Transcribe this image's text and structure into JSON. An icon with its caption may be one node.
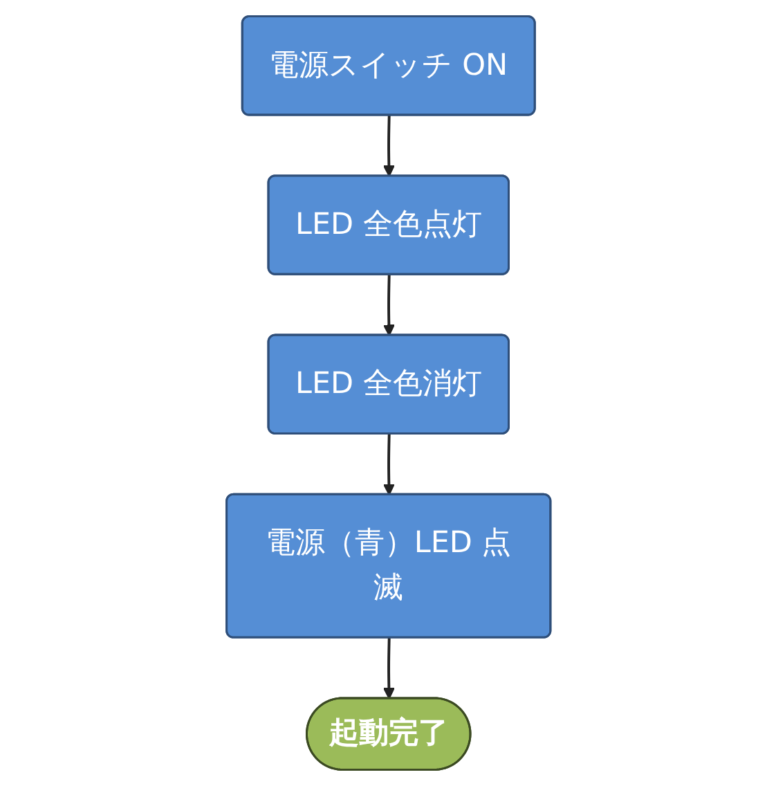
{
  "diagram": {
    "nodes": [
      {
        "text": [
          "電源スイッチ ON"
        ]
      },
      {
        "text": [
          "LED 全色点灯"
        ]
      },
      {
        "text": [
          "LED 全色消灯"
        ]
      },
      {
        "text": [
          "電源（青）LED 点滅"
        ]
      },
      {
        "text": [
          "起動完了"
        ]
      }
    ],
    "edges": [
      {
        "from": 0,
        "to": 1,
        "arrow": "to"
      },
      {
        "from": 1,
        "to": 2,
        "arrow": "to"
      },
      {
        "from": 2,
        "to": 3,
        "arrow": "to"
      },
      {
        "from": 3,
        "to": 4,
        "arrow": "to"
      }
    ]
  }
}
